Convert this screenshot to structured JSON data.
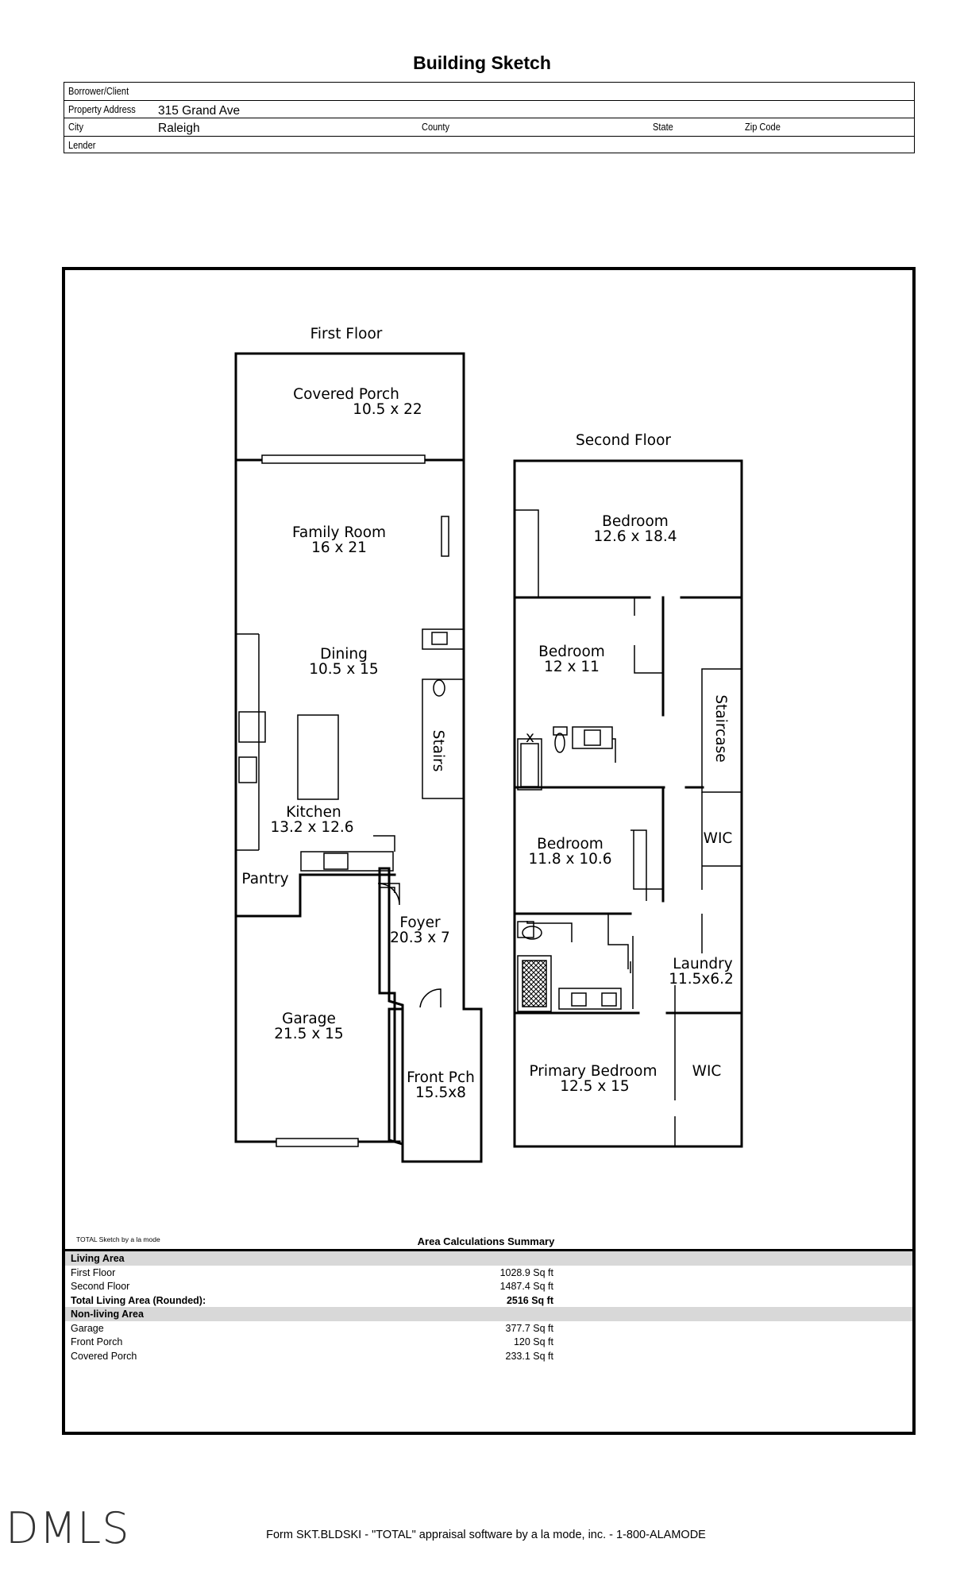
{
  "page": {
    "title": "Building Sketch"
  },
  "header": {
    "borrower_label": "Borrower/Client",
    "property_label": "Property Address",
    "property_value": "315 Grand Ave",
    "city_label": "City",
    "city_value": "Raleigh",
    "county_label": "County",
    "state_label": "State",
    "zip_label": "Zip Code",
    "lender_label": "Lender"
  },
  "floors": {
    "first": {
      "title": "First Floor",
      "rooms": [
        {
          "name": "Covered Porch",
          "dims": "10.5 x 22"
        },
        {
          "name": "Family Room",
          "dims": "16 x 21"
        },
        {
          "name": "Dining",
          "dims": "10.5 x 15"
        },
        {
          "name": "Stairs",
          "dims": ""
        },
        {
          "name": "Kitchen",
          "dims": "13.2 x 12.6"
        },
        {
          "name": "Pantry",
          "dims": ""
        },
        {
          "name": "Foyer",
          "dims": "20.3 x 7"
        },
        {
          "name": "Garage",
          "dims": "21.5 x 15"
        },
        {
          "name": "Front Pch",
          "dims": "15.5x8"
        }
      ]
    },
    "second": {
      "title": "Second Floor",
      "rooms": [
        {
          "name": "Bedroom",
          "dims": "12.6 x 18.4"
        },
        {
          "name": "Bedroom",
          "dims": "12 x 11"
        },
        {
          "name": "Staircase",
          "dims": ""
        },
        {
          "name": "Bedroom",
          "dims": "11.8 x 10.6"
        },
        {
          "name": "WIC",
          "dims": ""
        },
        {
          "name": "Laundry",
          "dims": "11.5x6.2"
        },
        {
          "name": "Primary Bedroom",
          "dims": "12.5 x 15"
        },
        {
          "name": "WIC",
          "dims": ""
        }
      ]
    }
  },
  "sketch_credit": "TOTAL Sketch by a la mode",
  "summary": {
    "title": "Area Calculations Summary",
    "living_heading": "Living Area",
    "living": [
      {
        "label": "First Floor",
        "value": "1028.9 Sq ft"
      },
      {
        "label": "Second Floor",
        "value": "1487.4 Sq ft"
      }
    ],
    "total_label": "Total Living Area (Rounded):",
    "total_value": "2516 Sq ft",
    "nonliving_heading": "Non-living Area",
    "nonliving": [
      {
        "label": "Garage",
        "value": "377.7 Sq ft"
      },
      {
        "label": "Front Porch",
        "value": "120 Sq ft"
      },
      {
        "label": "Covered Porch",
        "value": "233.1 Sq ft"
      }
    ]
  },
  "logo_text": "DMLS",
  "footer": "Form SKT.BLDSKI - \"TOTAL\" appraisal software by a la mode, inc. - 1-800-ALAMODE"
}
